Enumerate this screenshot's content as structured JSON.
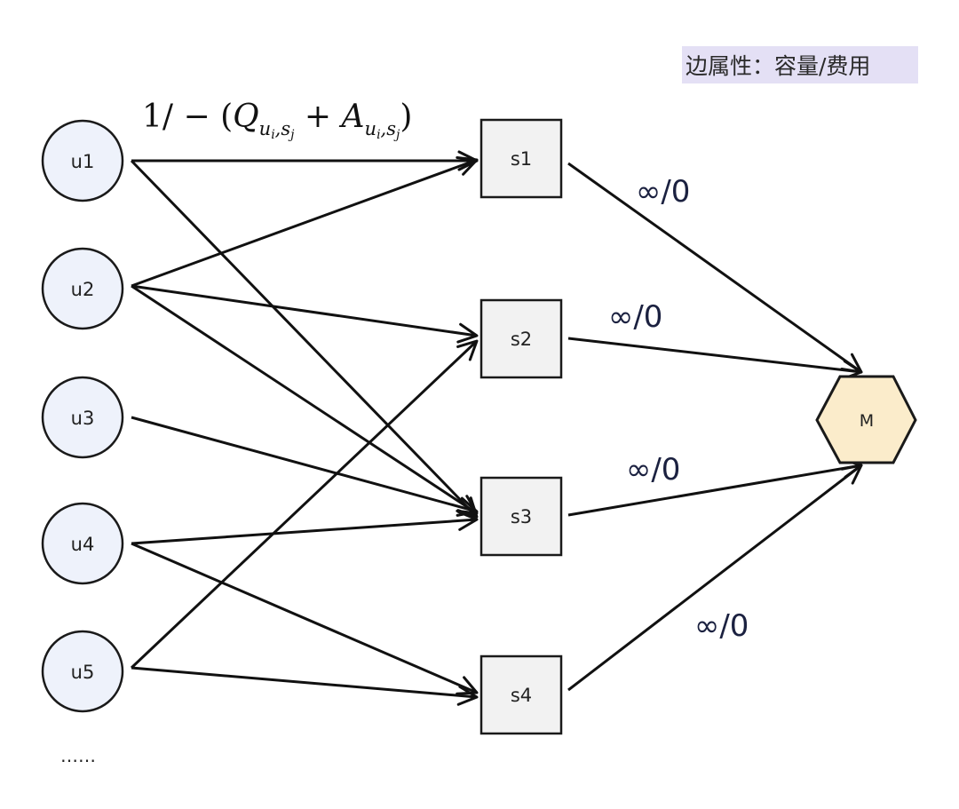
{
  "legend": {
    "text": "边属性：容量/费用"
  },
  "formula": {
    "prefix": "1/ − (",
    "q": "Q",
    "q_sub": "u",
    "q_sub_i": "i",
    "q_sub_rest": ",s",
    "q_sub_j": "j",
    "plus": " + ",
    "a": "A",
    "a_sub": "u",
    "a_sub_i": "i",
    "a_sub_rest": ",s",
    "a_sub_j": "j",
    "suffix": ")"
  },
  "users": [
    {
      "id": "u1",
      "label": "u1"
    },
    {
      "id": "u2",
      "label": "u2"
    },
    {
      "id": "u3",
      "label": "u3"
    },
    {
      "id": "u4",
      "label": "u4"
    },
    {
      "id": "u5",
      "label": "u5"
    }
  ],
  "servers": [
    {
      "id": "s1",
      "label": "s1"
    },
    {
      "id": "s2",
      "label": "s2"
    },
    {
      "id": "s3",
      "label": "s3"
    },
    {
      "id": "s4",
      "label": "s4"
    }
  ],
  "sink": {
    "id": "M",
    "label": "M"
  },
  "edges": [
    {
      "from": "u1",
      "to": "s1"
    },
    {
      "from": "u1",
      "to": "s3"
    },
    {
      "from": "u2",
      "to": "s1"
    },
    {
      "from": "u2",
      "to": "s2"
    },
    {
      "from": "u2",
      "to": "s3"
    },
    {
      "from": "u3",
      "to": "s3"
    },
    {
      "from": "u4",
      "to": "s3"
    },
    {
      "from": "u4",
      "to": "s4"
    },
    {
      "from": "u5",
      "to": "s2"
    },
    {
      "from": "u5",
      "to": "s4"
    },
    {
      "from": "s1",
      "to": "M",
      "label": "∞/0"
    },
    {
      "from": "s2",
      "to": "M",
      "label": "∞/0"
    },
    {
      "from": "s3",
      "to": "M",
      "label": "∞/0"
    },
    {
      "from": "s4",
      "to": "M",
      "label": "∞/0"
    }
  ],
  "more_indicator": "……",
  "colors": {
    "user_fill": "#eef2fb",
    "server_fill": "#f2f2f2",
    "sink_fill": "#fbeccb",
    "legend_bg": "#e4e0f5",
    "label_text": "#1b2140"
  }
}
